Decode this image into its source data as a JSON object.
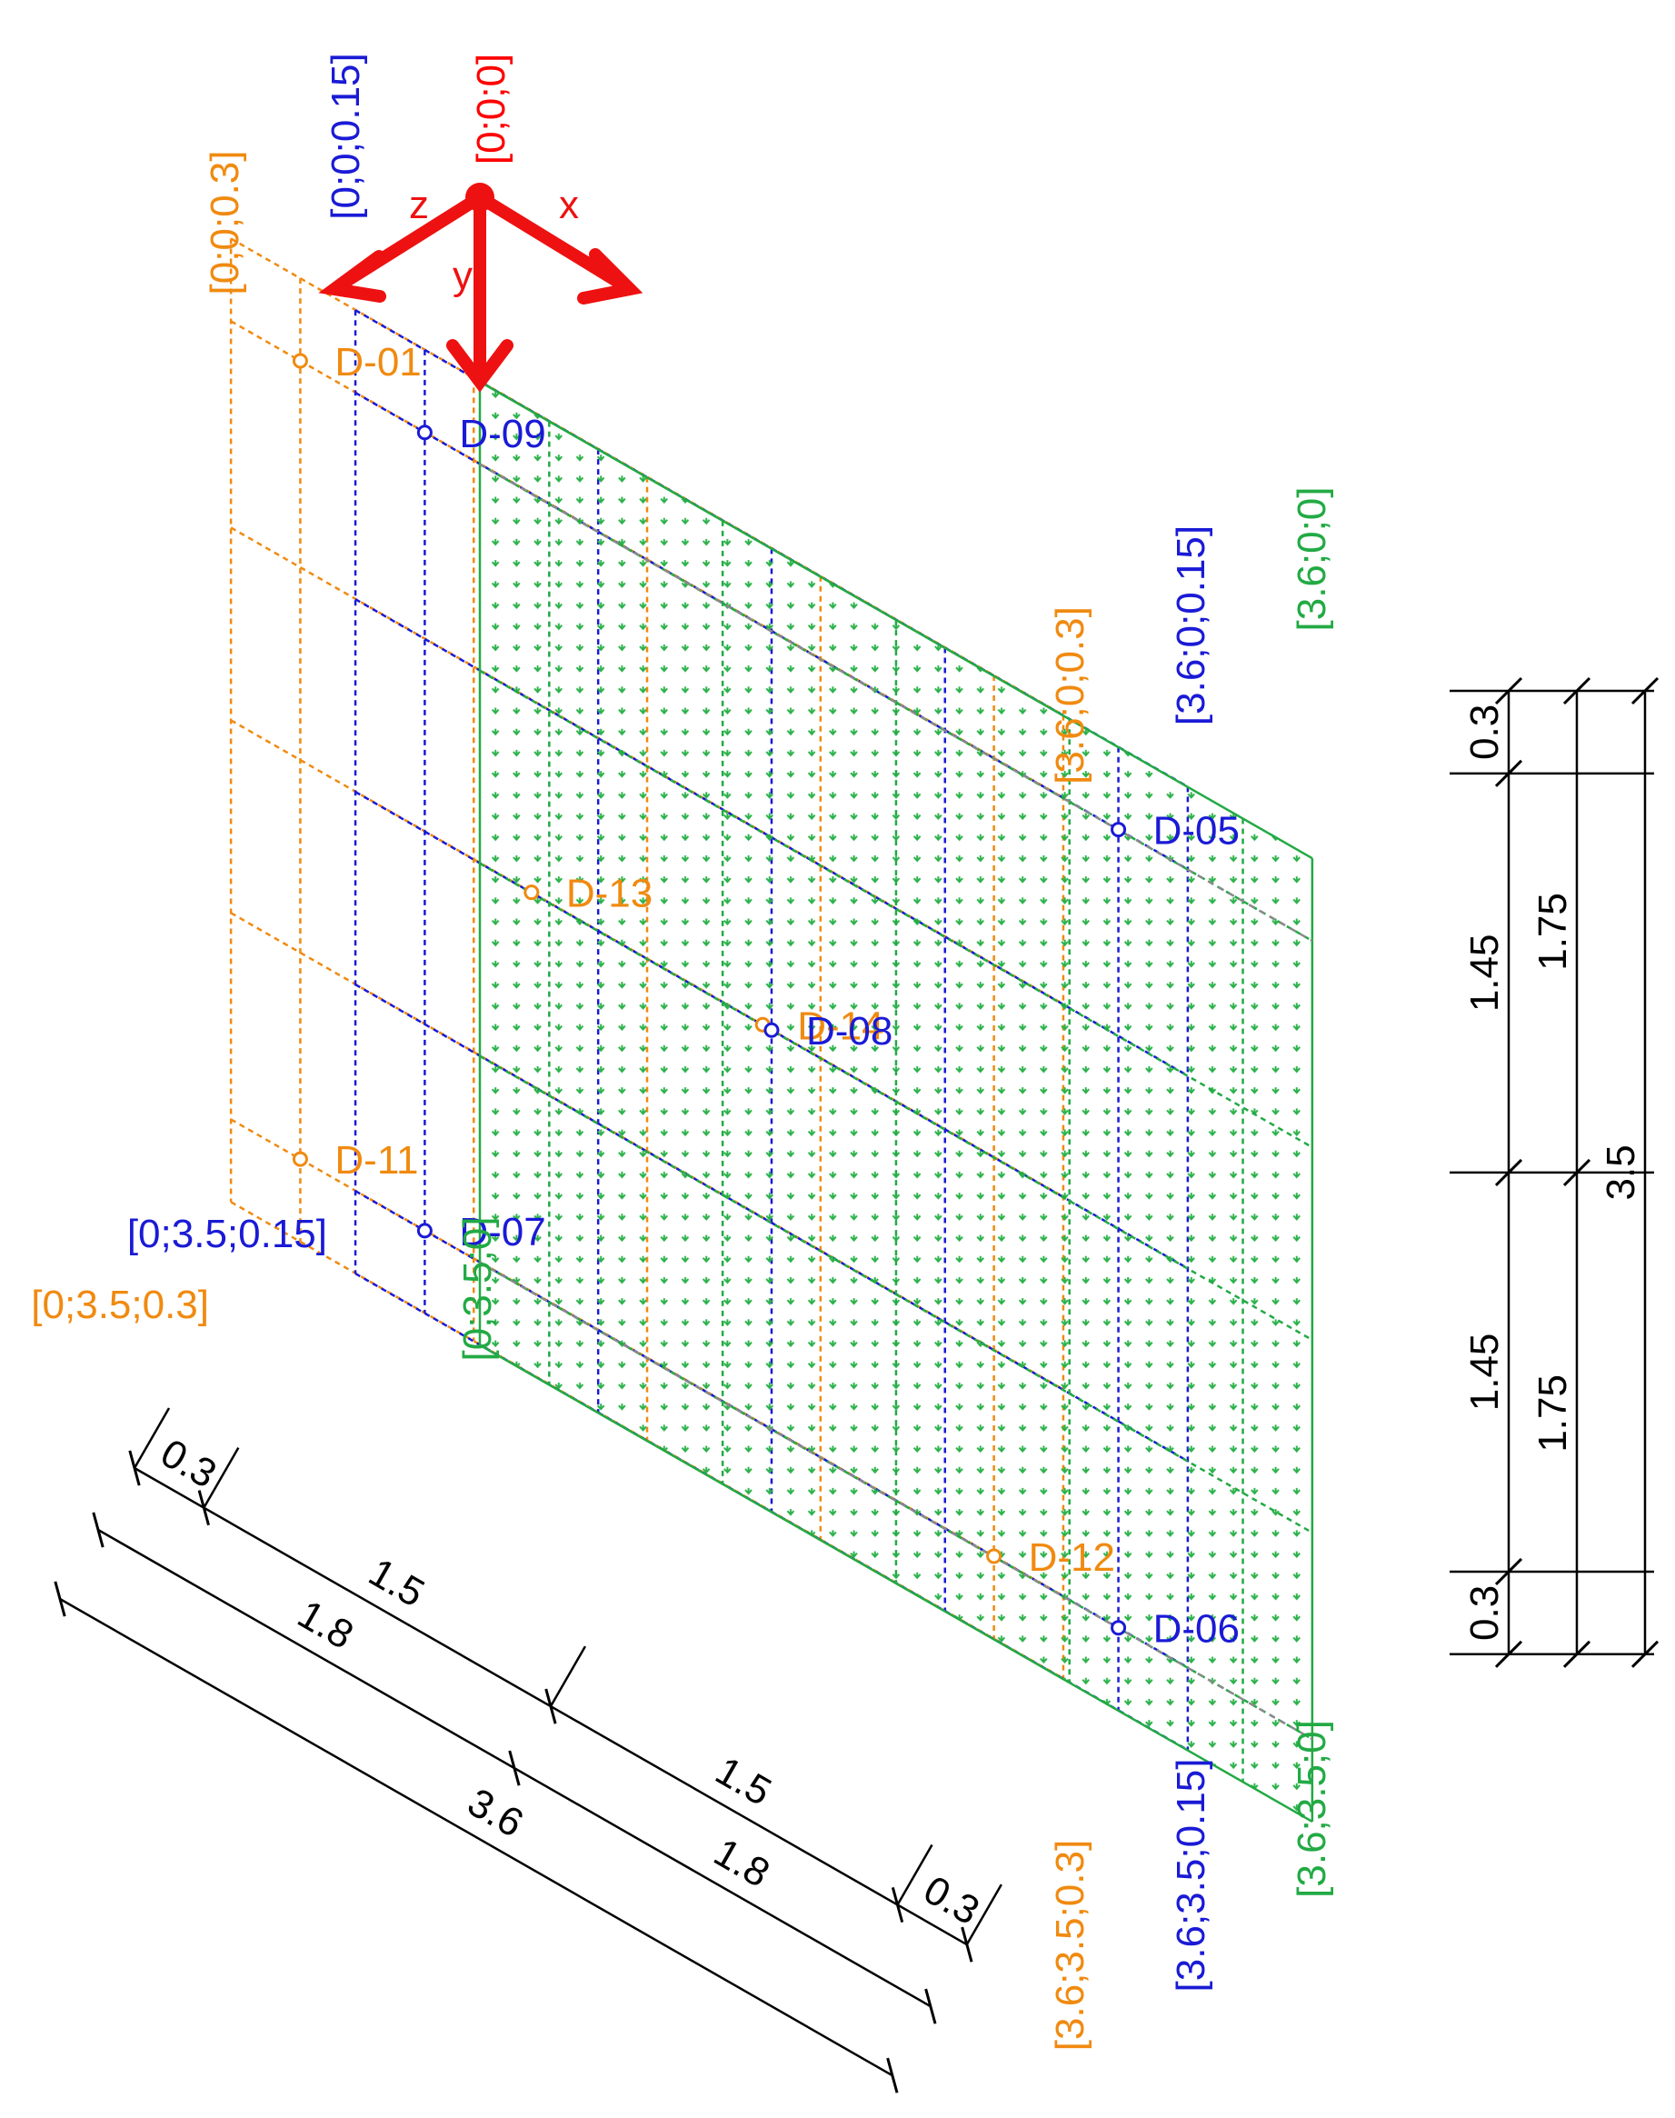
{
  "colors": {
    "origin": "#ff0000",
    "axis_arrows": "#ee1111",
    "layer_top": "#22aa44",
    "layer_mid": "#1a1ad6",
    "layer_bottom": "#f08a10",
    "diagonals": "#8a8a8a",
    "dims": "#000000",
    "hatch": "#2bb24a"
  },
  "axes": {
    "x": "x",
    "y": "y",
    "z": "z"
  },
  "coords": {
    "origin": "[0;0;0]",
    "blue_origin": "[0;0;0.15]",
    "orange_origin": "[0;0;0.3]",
    "green_x_end": "[3.6;0;0]",
    "blue_x_end": "[3.6;0;0.15]",
    "orange_x_end": "[3.6;0;0.3]",
    "green_y_end": "[0;3.5;0]",
    "blue_y_end": "[0;3.5;0.15]",
    "orange_y_end": "[0;3.5;0.3]",
    "green_far": "[3.6;3.5;0]",
    "blue_far": "[3.6;3.5;0.15]",
    "orange_far": "[3.6;3.5;0.3]"
  },
  "points": [
    {
      "label": "D-09",
      "layer": "mid",
      "x": 0.3,
      "y": 0.3
    },
    {
      "label": "D-01",
      "layer": "bottom",
      "x": 0.3,
      "y": 0.3
    },
    {
      "label": "D-05",
      "layer": "mid",
      "x": 3.3,
      "y": 0.3
    },
    {
      "label": "D-14",
      "layer": "bottom",
      "x": 2.3,
      "y": 1.75
    },
    {
      "label": "D-08",
      "layer": "mid",
      "x": 1.8,
      "y": 1.75
    },
    {
      "label": "D-13",
      "layer": "bottom",
      "x": 1.3,
      "y": 1.75
    },
    {
      "label": "D-07",
      "layer": "mid",
      "x": 0.3,
      "y": 3.2
    },
    {
      "label": "D-11",
      "layer": "bottom",
      "x": 0.3,
      "y": 3.2
    },
    {
      "label": "D-06",
      "layer": "mid",
      "x": 3.3,
      "y": 3.2
    },
    {
      "label": "D-12",
      "layer": "bottom",
      "x": 3.3,
      "y": 3.2
    }
  ],
  "dims_x": {
    "row1": [
      "0.3",
      "1.5",
      "1.5",
      "0.3"
    ],
    "row2": [
      "1.8",
      "1.8"
    ],
    "row3": [
      "3.6"
    ]
  },
  "dims_y": {
    "row1": [
      "0.3",
      "1.45",
      "1.45",
      "0.3"
    ],
    "row2": [
      "1.75",
      "1.75"
    ],
    "row3": [
      "3.5"
    ]
  }
}
